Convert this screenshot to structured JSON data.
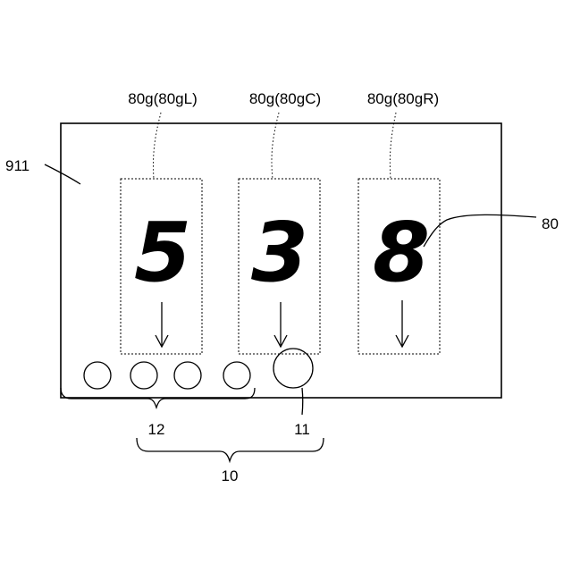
{
  "labels": {
    "reel_left": "80g(80gL)",
    "reel_center": "80g(80gC)",
    "reel_right": "80g(80gR)",
    "display_screen": "911",
    "symbols": "80",
    "hold_lamps": "12",
    "lamp_11": "11",
    "lamp_group": "10"
  },
  "reels": {
    "left_digit": "5",
    "center_digit": "3",
    "right_digit": "8"
  }
}
